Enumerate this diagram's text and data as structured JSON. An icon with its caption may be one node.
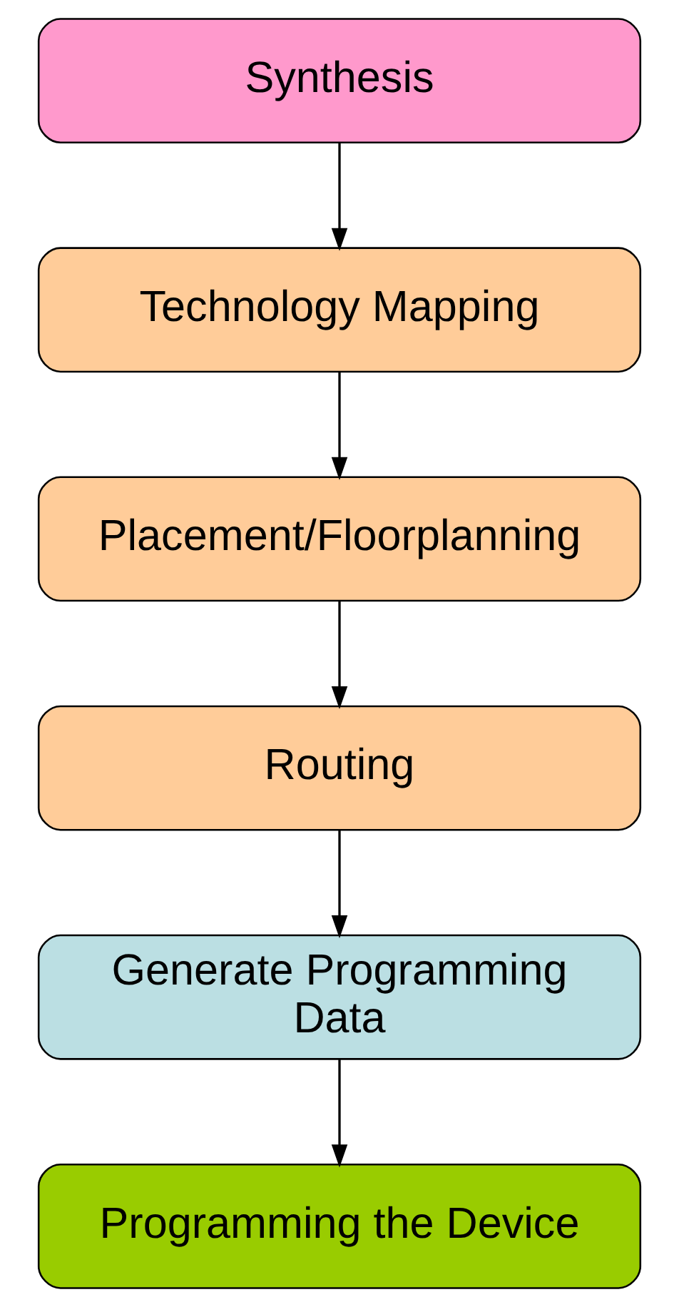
{
  "diagram": {
    "nodes": [
      {
        "text": [
          "Synthesis"
        ]
      },
      {
        "text": [
          "Technology Mapping"
        ]
      },
      {
        "text": [
          "Placement/Floorplanning"
        ]
      },
      {
        "text": [
          "Routing"
        ]
      },
      {
        "text": [
          "Generate Programming Data"
        ]
      },
      {
        "text": [
          "Programming the Device"
        ]
      }
    ],
    "edges": [
      {
        "from": 0,
        "to": 1,
        "arrow": "to"
      },
      {
        "from": 1,
        "to": 2,
        "arrow": "to"
      },
      {
        "from": 2,
        "to": 3,
        "arrow": "to"
      },
      {
        "from": 3,
        "to": 4,
        "arrow": "to"
      },
      {
        "from": 4,
        "to": 5,
        "arrow": "to"
      }
    ]
  }
}
